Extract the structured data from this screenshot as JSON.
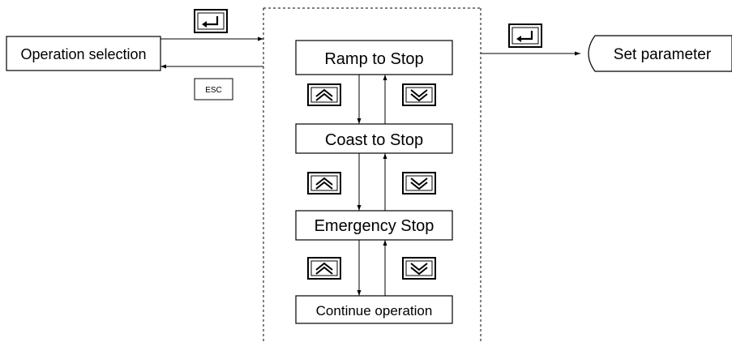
{
  "operation_selection": {
    "label": "Operation selection"
  },
  "esc_key": {
    "label": "ESC"
  },
  "options": [
    {
      "label": "Ramp to Stop"
    },
    {
      "label": "Coast to Stop"
    },
    {
      "label": "Emergency Stop"
    },
    {
      "label": "Continue operation"
    }
  ],
  "set_parameter": {
    "label": "Set parameter"
  },
  "icons": {
    "enter_key": "enter-key-icon",
    "up_key": "up-key-icon",
    "down_key": "down-key-icon"
  }
}
